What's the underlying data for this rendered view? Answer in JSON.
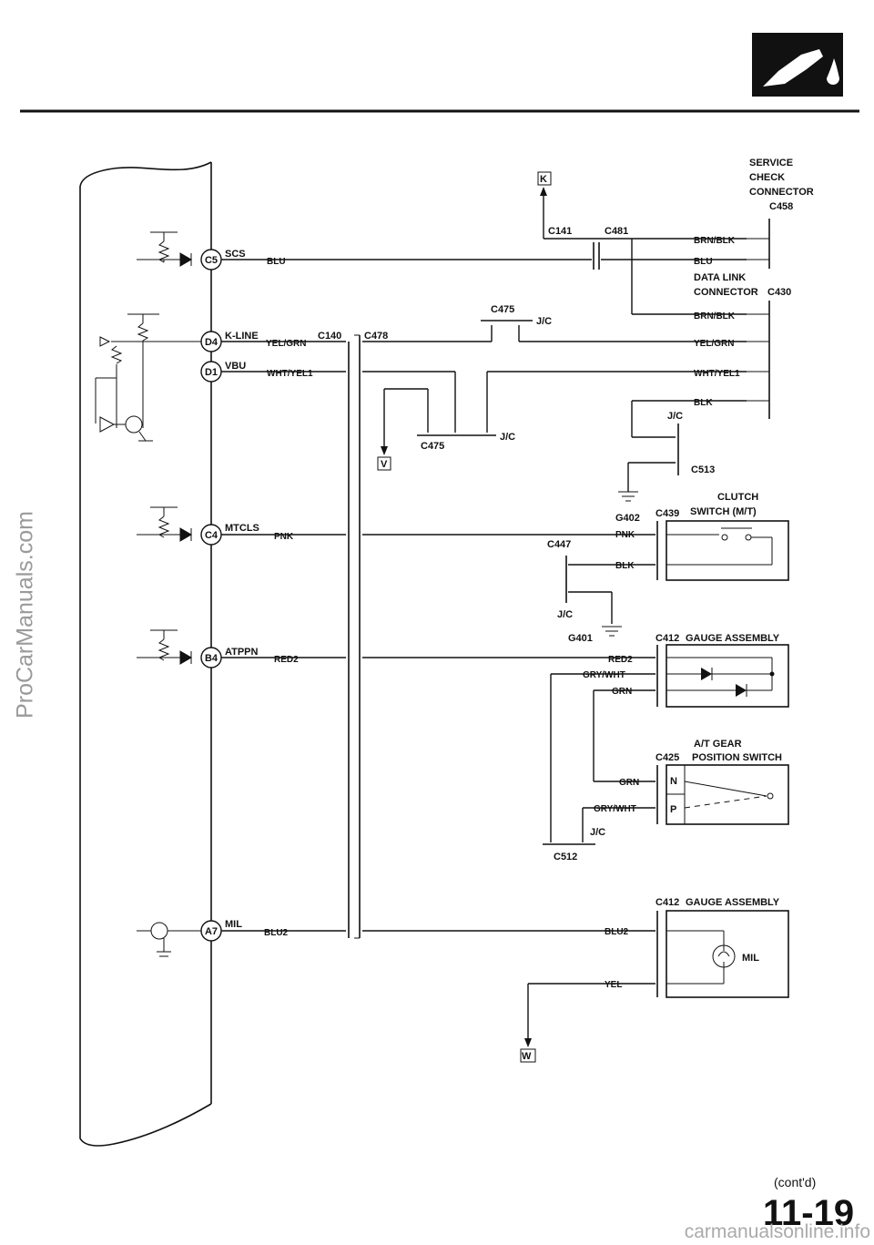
{
  "page": {
    "watermark_left": "ProCarManuals.com",
    "watermark_bottom": "carmanualsonline.info",
    "contd": "(cont'd)",
    "page_number": "11-19"
  },
  "pins": {
    "c5": "C5",
    "d4": "D4",
    "d1": "D1",
    "c4": "C4",
    "b4": "B4",
    "a7": "A7"
  },
  "signals": {
    "scs": "SCS",
    "kline": "K-LINE",
    "vbu": "VBU",
    "mtcls": "MTCLS",
    "atppn": "ATPPN",
    "mil": "MIL"
  },
  "wires": {
    "blu": "BLU",
    "yel_grn": "YEL/GRN",
    "wht_yel1": "WHT/YEL1",
    "pnk": "PNK",
    "red2": "RED2",
    "blu2": "BLU2",
    "brn_blk": "BRN/BLK",
    "blu_r": "BLU",
    "brn_blk_2": "BRN/BLK",
    "yel_grn_r": "YEL/GRN",
    "wht_yel1_r": "WHT/YEL1",
    "blk": "BLK",
    "pnk_r": "PNK",
    "blk_r": "BLK",
    "red2_r": "RED2",
    "gry_wht": "GRY/WHT",
    "grn": "GRN",
    "grn_2": "GRN",
    "gry_wht_2": "GRY/WHT",
    "blu2_r": "BLU2",
    "yel": "YEL"
  },
  "connectors": {
    "c140": "C140",
    "c478": "C478",
    "c141": "C141",
    "c481": "C481",
    "c475_top": "C475",
    "jc_1": "J/C",
    "c475_mid": "C475",
    "jc_2": "J/C",
    "jc_3": "J/C",
    "c513": "C513",
    "g402": "G402",
    "c439": "C439",
    "c447": "C447",
    "jc_4": "J/C",
    "g401": "G401",
    "c412a": "C412",
    "c425": "C425",
    "jc_5": "J/C",
    "c512": "C512",
    "c412b": "C412"
  },
  "refs": {
    "k": "K",
    "v": "V",
    "w": "W"
  },
  "components": {
    "service_check_1": "SERVICE",
    "service_check_2": "CHECK",
    "service_check_3": "CONNECTOR",
    "c458": "C458",
    "data_link_1": "DATA LINK",
    "data_link_2": "CONNECTOR",
    "c430": "C430",
    "clutch_1": "CLUTCH",
    "clutch_2": "SWITCH (M/T)",
    "gauge_a": "GAUGE ASSEMBLY",
    "atgear_1": "A/T GEAR",
    "atgear_2": "POSITION SWITCH",
    "n": "N",
    "p": "P",
    "gauge_b": "GAUGE ASSEMBLY",
    "mil_lamp": "MIL"
  }
}
